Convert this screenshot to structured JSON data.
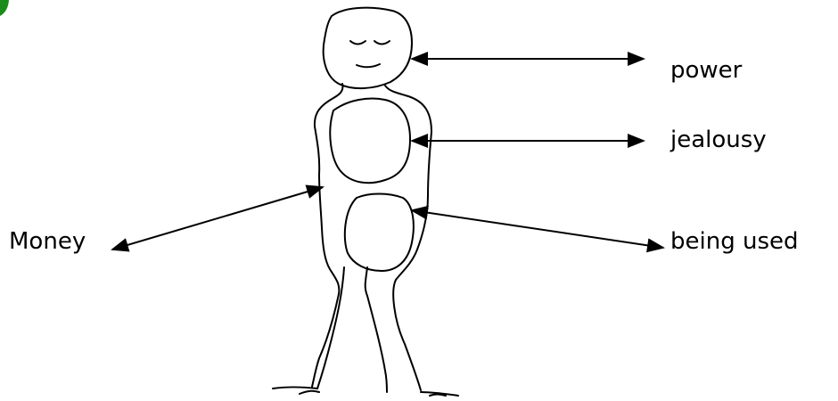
{
  "labels": {
    "power": "power",
    "jealousy": "jealousy",
    "being_used": "being used",
    "money": "Money"
  },
  "colors": {
    "ink": "#000000",
    "corner_mark": "#1a8c1a",
    "background": "#ffffff"
  },
  "icons": [
    "sleeping-face-icon"
  ]
}
